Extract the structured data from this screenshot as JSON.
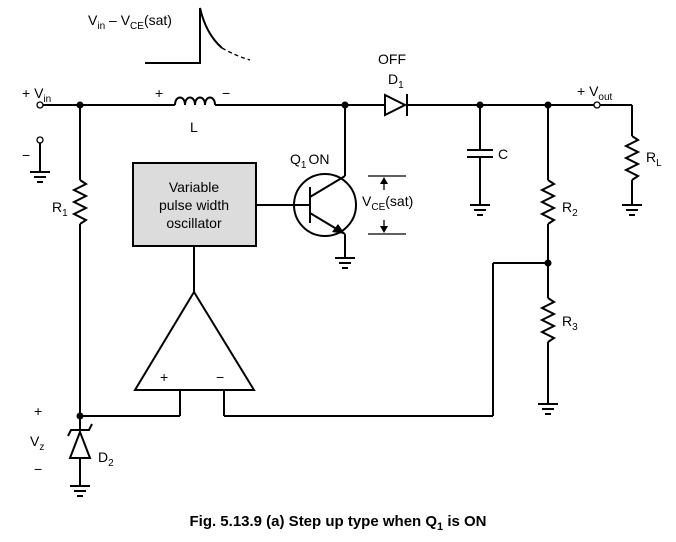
{
  "labels": {
    "vin": "+ V",
    "vin_sub": "in",
    "vin_minus": "−",
    "inductor_plus": "+",
    "inductor_minus": "−",
    "inductor": "L",
    "off": "OFF",
    "diode1": "D",
    "diode1_sub": "1",
    "vout": "+ V",
    "vout_sub": "out",
    "cap": "C",
    "rl": "R",
    "rl_sub": "L",
    "q1": "Q",
    "q1_sub": "1",
    "q1_state": "ON",
    "vce": "V",
    "vce_sub": "CE",
    "vce_tail": "(sat)",
    "r1": "R",
    "r1_sub": "1",
    "r2": "R",
    "r2_sub": "2",
    "r3": "R",
    "r3_sub": "3",
    "vz_plus": "+",
    "vz": "V",
    "vz_sub": "z",
    "vz_minus": "−",
    "d2": "D",
    "d2_sub": "2",
    "opamp_plus": "+",
    "opamp_minus": "−",
    "wave_a": "V",
    "wave_a_sub": "in",
    "wave_mid": " – V",
    "wave_b_sub": "CE",
    "wave_tail": "(sat)"
  },
  "oscillator": {
    "line1": "Variable",
    "line2": "pulse width",
    "line3": "oscillator"
  },
  "caption": "Fig. 5.13.9 (a) Step up type when Q",
  "caption_sub": "1",
  "caption_tail": " is ON"
}
